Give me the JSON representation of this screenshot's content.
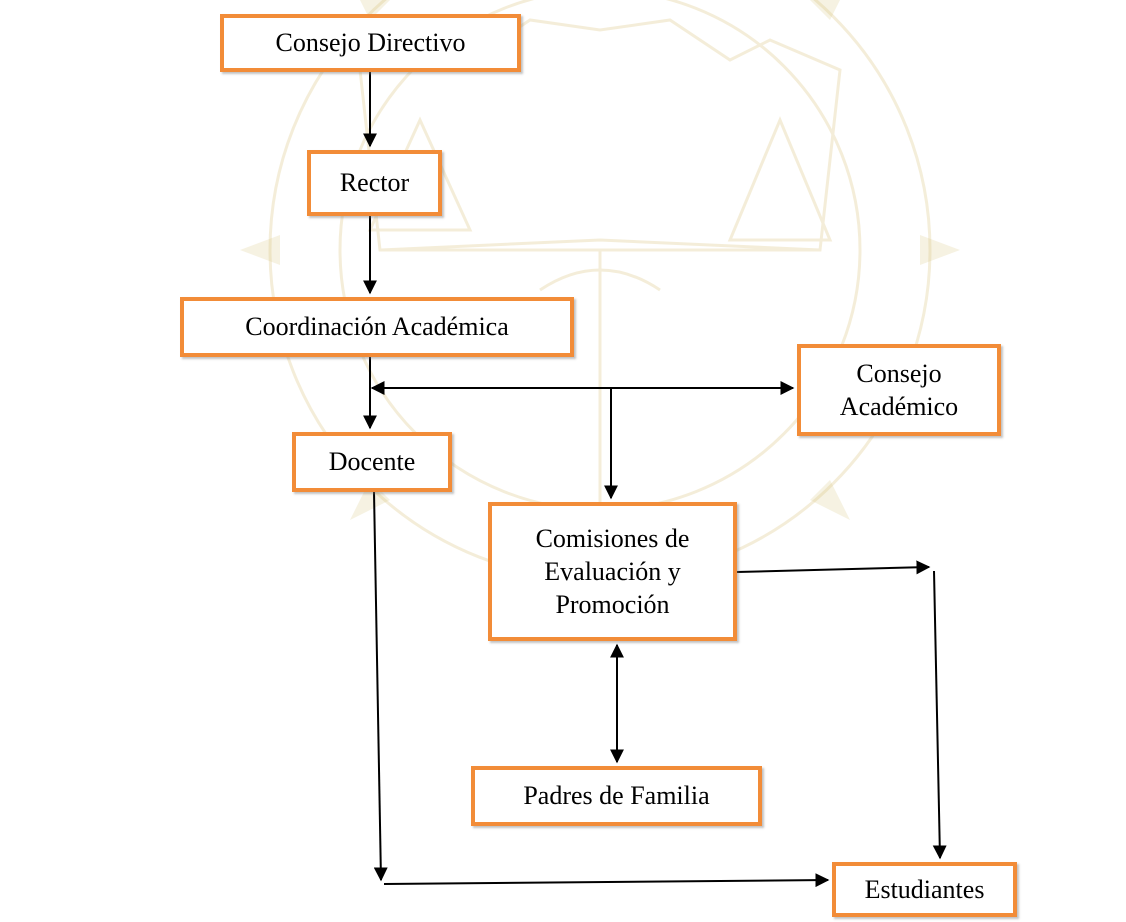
{
  "diagram": {
    "accent_color": "#f28c38",
    "line_color": "#000000",
    "watermark_color": "#d8c27a",
    "nodes": {
      "consejo_directivo": "Consejo Directivo",
      "rector": "Rector",
      "coordinacion_academica": "Coordinación Académica",
      "consejo_academico": "Consejo\nAcadémico",
      "docente": "Docente",
      "comisiones": "Comisiones de\nEvaluación y\nPromoción",
      "padres_de_familia": "Padres de Familia",
      "estudiantes": "Estudiantes"
    }
  }
}
